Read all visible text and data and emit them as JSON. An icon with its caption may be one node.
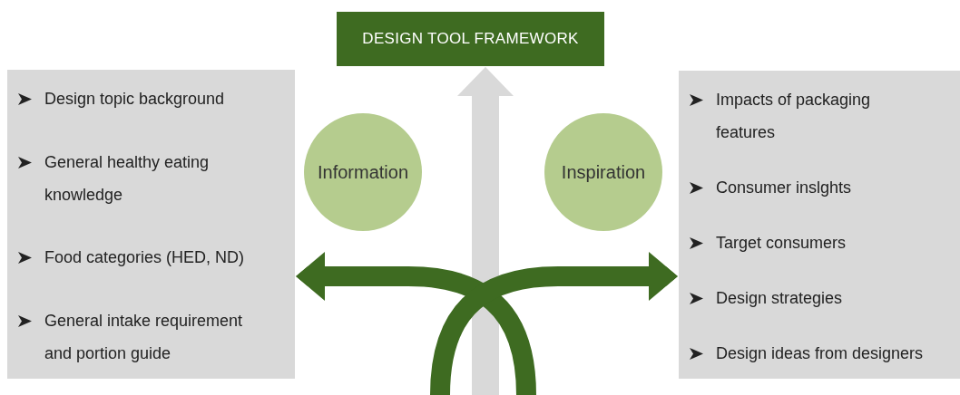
{
  "diagram": {
    "nodes": [
      {
        "text": [
          "DESIGN TOOL FRAMEWORK"
        ]
      },
      {
        "text": [
          "Design topic background",
          "General healthy eating knowledge",
          "Food categories (HED, ND)",
          "General intake requirement and portion guide"
        ]
      },
      {
        "text": [
          "Information"
        ]
      },
      {
        "text": [
          "Inspiration"
        ]
      },
      {
        "text": [
          "Impacts of packaging features",
          "Consumer inslghts",
          "Target consumers",
          "Design strategies",
          "Design ideas from designers"
        ]
      }
    ],
    "edges": [
      {
        "from": null,
        "to": 0,
        "arrow": "to",
        "color": "#d9d9d9"
      },
      {
        "from": null,
        "to": 1,
        "arrow": "to"
      },
      {
        "from": null,
        "to": 4,
        "arrow": "to"
      }
    ]
  }
}
